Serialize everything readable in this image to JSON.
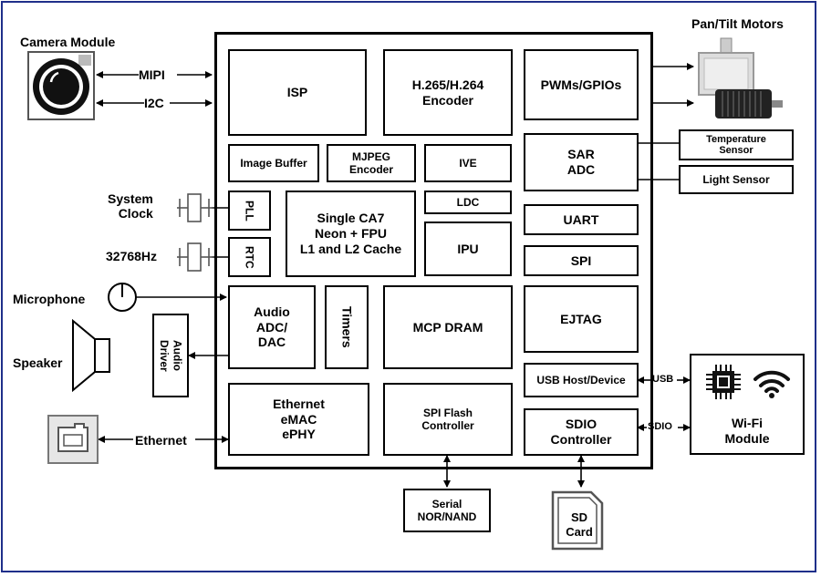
{
  "soc": {
    "isp": "ISP",
    "encoder": "H.265/H.264\nEncoder",
    "pwm": "PWMs/GPIOs",
    "image_buffer": "Image Buffer",
    "mjpeg": "MJPEG\nEncoder",
    "ive": "IVE",
    "sar_adc": "SAR\nADC",
    "pll": "PLL",
    "rtc": "RTC",
    "cpu": "Single CA7\nNeon + FPU\nL1 and L2 Cache",
    "ldc": "LDC",
    "ipu": "IPU",
    "uart": "UART",
    "spi": "SPI",
    "audio": "Audio\nADC/\nDAC",
    "timers": "Timers",
    "mcp_dram": "MCP DRAM",
    "ejtag": "EJTAG",
    "usb": "USB Host/Device",
    "ethernet": "Ethernet\neMAC\nePHY",
    "spi_flash": "SPI Flash\nController",
    "sdio": "SDIO\nController"
  },
  "external": {
    "camera_module": "Camera Module",
    "mipi": "MIPI",
    "i2c": "I2C",
    "system_clock": "System\nClock",
    "rtc_crystal": "32768Hz",
    "microphone": "Microphone",
    "speaker": "Speaker",
    "audio_driver": "Audio\nDriver",
    "ethernet": "Ethernet",
    "pan_tilt": "Pan/Tilt Motors",
    "temp_sensor": "Temperature\nSensor",
    "light_sensor": "Light Sensor",
    "usb_link": "USB",
    "sdio_link": "SDIO",
    "wifi": "Wi-Fi\nModule",
    "serial_flash": "Serial\nNOR/NAND",
    "sd_card": "SD\nCard"
  }
}
